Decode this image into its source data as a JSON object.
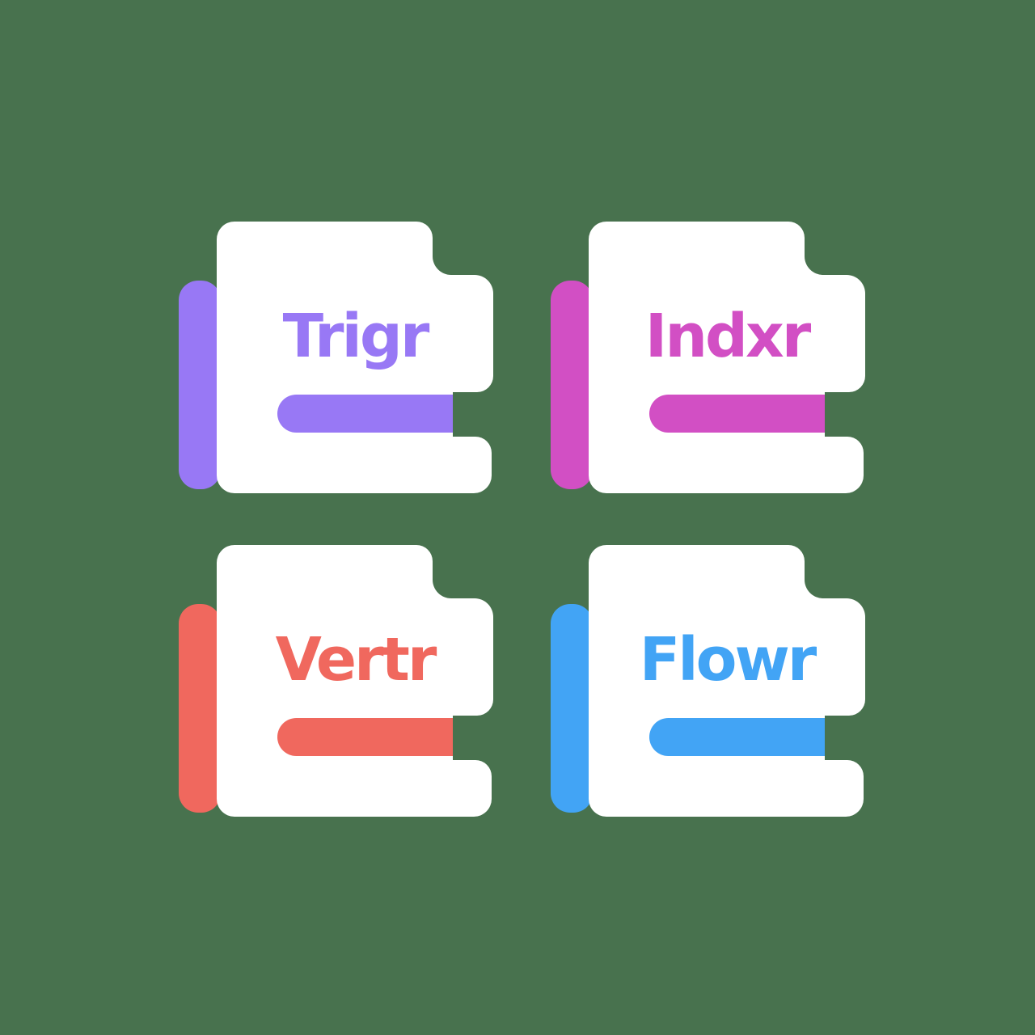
{
  "background_color": "#48724E",
  "card_color": "#FFFFFF",
  "logos": [
    {
      "name": "Trigr",
      "color": "#9878F5",
      "position": "top-left"
    },
    {
      "name": "Indxr",
      "color": "#D24FC4",
      "position": "top-right"
    },
    {
      "name": "Vertr",
      "color": "#F0685E",
      "position": "bottom-left"
    },
    {
      "name": "Flowr",
      "color": "#42A4F5",
      "position": "bottom-right"
    }
  ]
}
